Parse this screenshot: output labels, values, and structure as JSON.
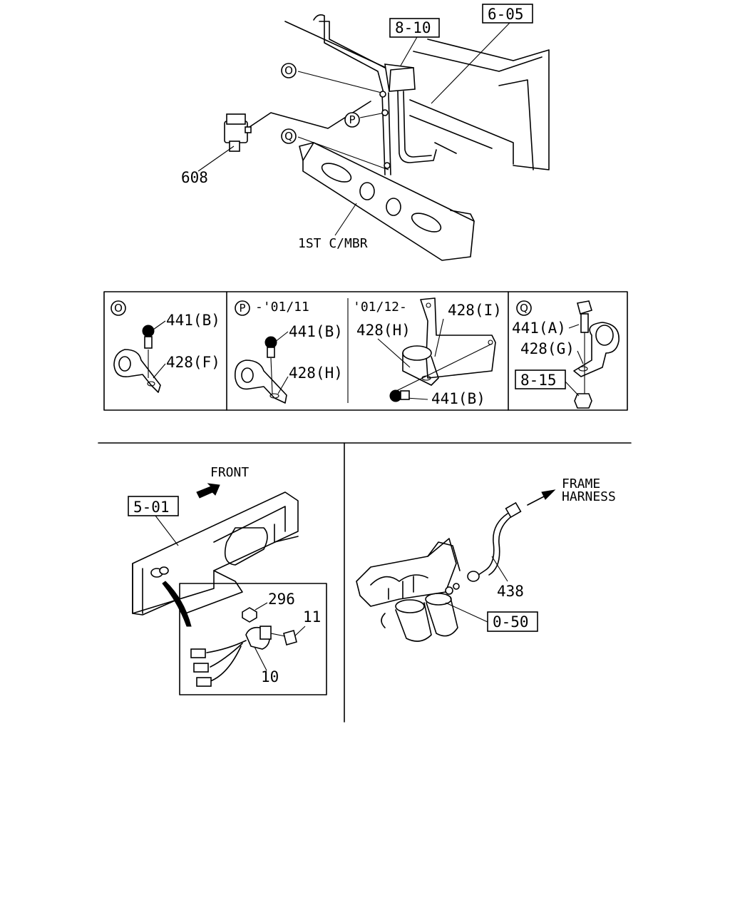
{
  "top_view": {
    "refs": {
      "r810": "8-10",
      "r605": "6-05"
    },
    "callouts": {
      "o": "O",
      "p": "P",
      "q": "Q"
    },
    "part_608": "608",
    "crossmember": "1ST C/MBR"
  },
  "detail_panel": {
    "o": {
      "key": "O",
      "bolt": "441(B)",
      "clip": "428(F)"
    },
    "p": {
      "key": "P",
      "early": "-'01/11",
      "late": "'01/12-",
      "bolt": "441(B)",
      "clip_early": "428(H)",
      "clip_late": "428(H)",
      "bracket": "428(I)",
      "bolt_late": "441(B)"
    },
    "q": {
      "key": "Q",
      "bolt": "441(A)",
      "clip": "428(G)",
      "ref": "8-15"
    }
  },
  "lower_left": {
    "front": "FRONT",
    "ref": "5-01",
    "parts": {
      "nut": "296",
      "bolt": "11",
      "sensor": "10"
    }
  },
  "lower_right": {
    "harness_line1": "FRAME",
    "harness_line2": "HARNESS",
    "part": "438",
    "ref": "0-50"
  }
}
